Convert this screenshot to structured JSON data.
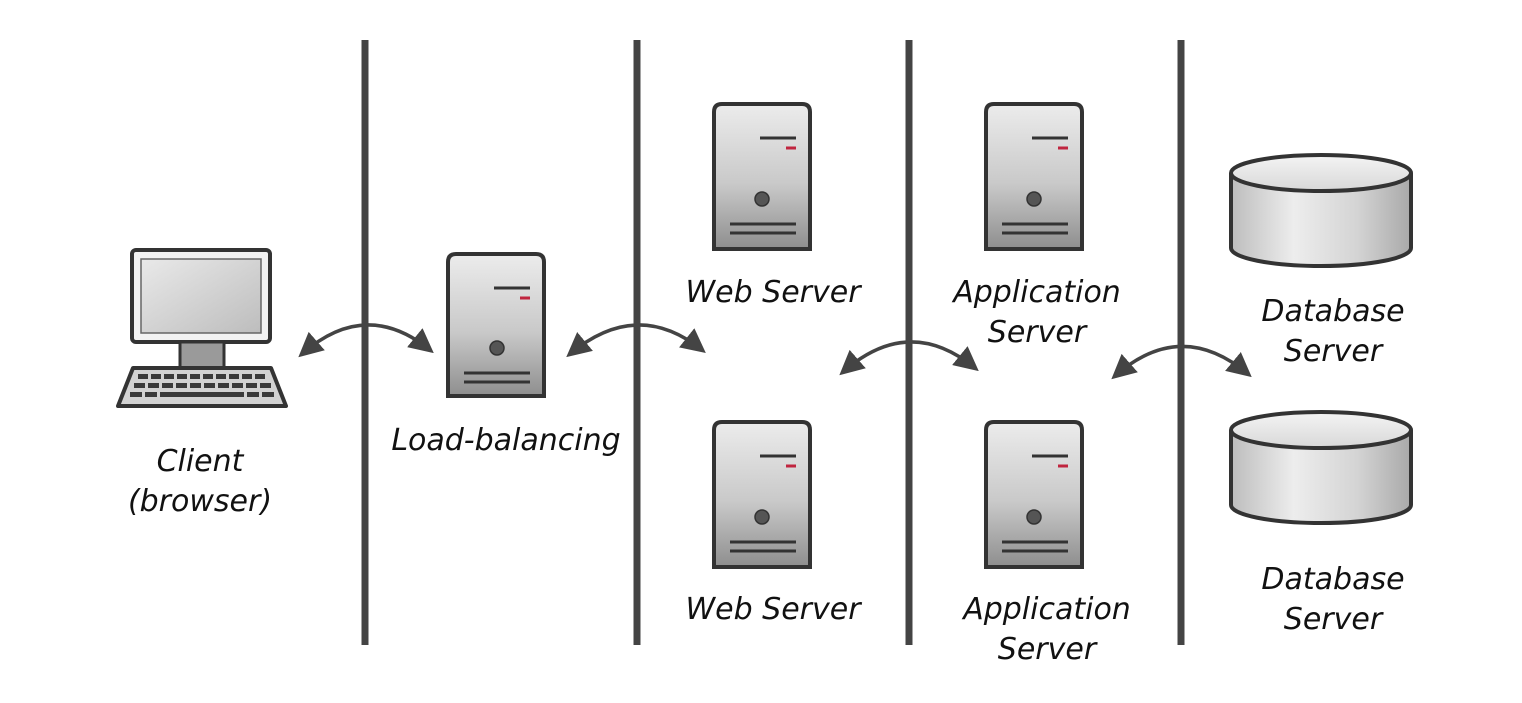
{
  "diagram": {
    "tiers": {
      "client": {
        "line1": "Client",
        "line2": "(browser)"
      },
      "load_balancer": {
        "label": "Load-balancing"
      },
      "web_servers": [
        {
          "label": "Web Server"
        },
        {
          "label": "Web Server"
        }
      ],
      "app_servers": [
        {
          "line1": "Application",
          "line2": "Server"
        },
        {
          "line1": "Application",
          "line2": "Server"
        }
      ],
      "db_servers": [
        {
          "line1": "Database",
          "line2": "Server"
        },
        {
          "line1": "Database",
          "line2": "Server"
        }
      ]
    },
    "colors": {
      "divider": "#444444",
      "outline": "#333333",
      "arrow": "#444444",
      "indicator": "#c0253f",
      "body_light": "#e6e6e6",
      "body_dark": "#8c8c8c"
    }
  }
}
